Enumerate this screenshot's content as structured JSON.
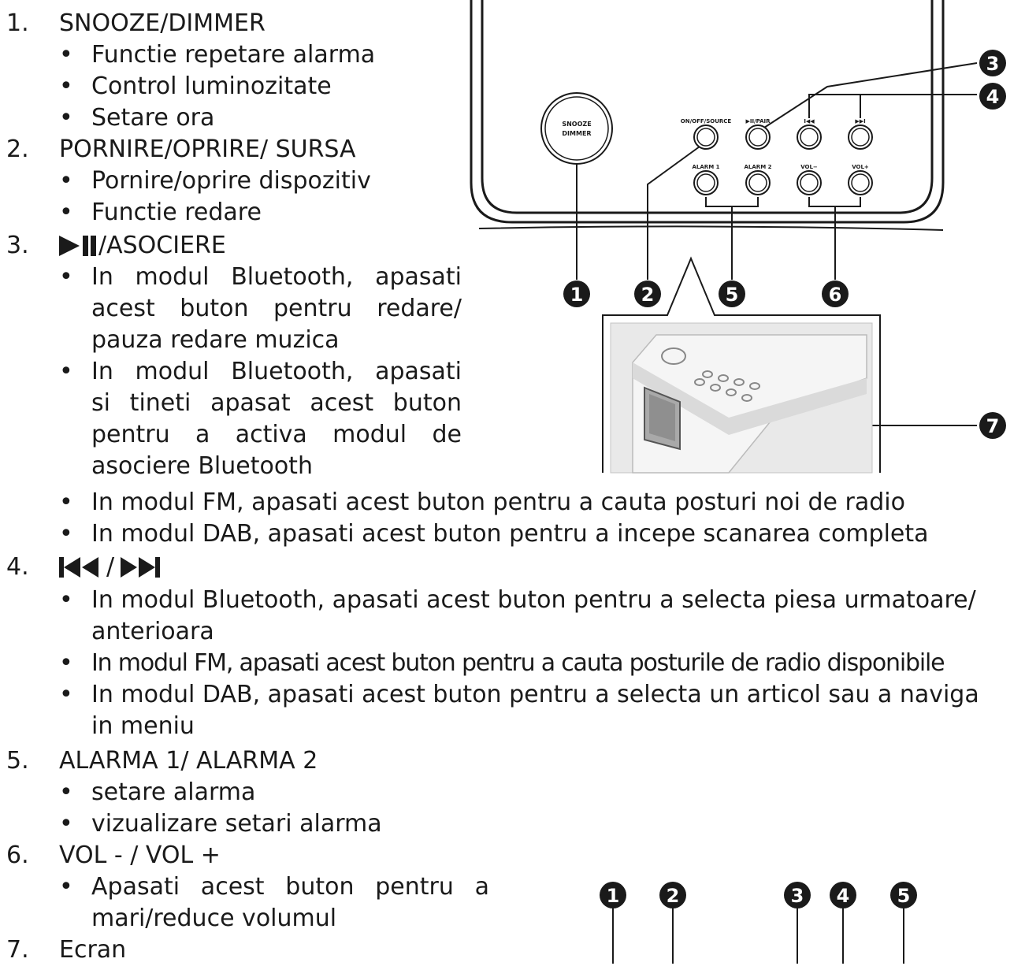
{
  "items": [
    {
      "num": "1.",
      "title": "SNOOZE/DIMMER",
      "bullets": [
        "Functie repetare alarma",
        "Control luminozitate",
        "Setare ora"
      ]
    },
    {
      "num": "2.",
      "title": "PORNIRE/OPRIRE/ SURSA",
      "bullets": [
        "Pornire/oprire dispozitiv",
        "Functie redare"
      ]
    },
    {
      "num": "3.",
      "title": "/ASOCIERE",
      "bullets": [
        [
          "In modul Bluetooth, apasati",
          "acest buton pentru redare/",
          "pauza redare muzica"
        ],
        [
          "In modul Bluetooth, apasati",
          "si tineti apasat acest buton",
          "pentru a activa modul de",
          "asociere Bluetooth"
        ],
        [
          "In modul FM, apasati acest buton pentru a cauta posturi noi de radio"
        ],
        [
          "In modul DAB, apasati acest buton pentru a incepe scanarea completa"
        ]
      ]
    },
    {
      "num": "4.",
      "title": "/",
      "bullets": [
        [
          "In modul Bluetooth, apasati acest buton pentru a selecta piesa urmatoare/",
          "anterioara"
        ],
        [
          "In modul FM, apasati acest buton pentru a cauta posturile de radio disponibile"
        ],
        [
          "In modul DAB, apasati acest buton pentru a selecta un articol sau a naviga",
          "in meniu"
        ]
      ]
    },
    {
      "num": "5.",
      "title": "ALARMA 1/ ALARMA 2",
      "bullets": [
        "setare alarma",
        "vizualizare setari alarma"
      ]
    },
    {
      "num": "6.",
      "title": "VOL - / VOL +",
      "bullets": [
        [
          "Apasati acest buton pentru a",
          "mari/reduce volumul"
        ]
      ]
    },
    {
      "num": "7.",
      "title": "Ecran",
      "bullets": []
    }
  ],
  "diagram": {
    "snooze_label": [
      "SNOOZE",
      "DIMMER"
    ],
    "button_labels": [
      "ON/OFF/SOURCE",
      "▶II/PAIR",
      "I◀◀",
      "▶▶I",
      "ALARM 1",
      "ALARM 2",
      "VOL−",
      "VOL+"
    ],
    "callouts": [
      "1",
      "2",
      "3",
      "4",
      "5",
      "6",
      "7"
    ],
    "bottom_callouts": [
      "1",
      "2",
      "3",
      "4",
      "5"
    ]
  }
}
